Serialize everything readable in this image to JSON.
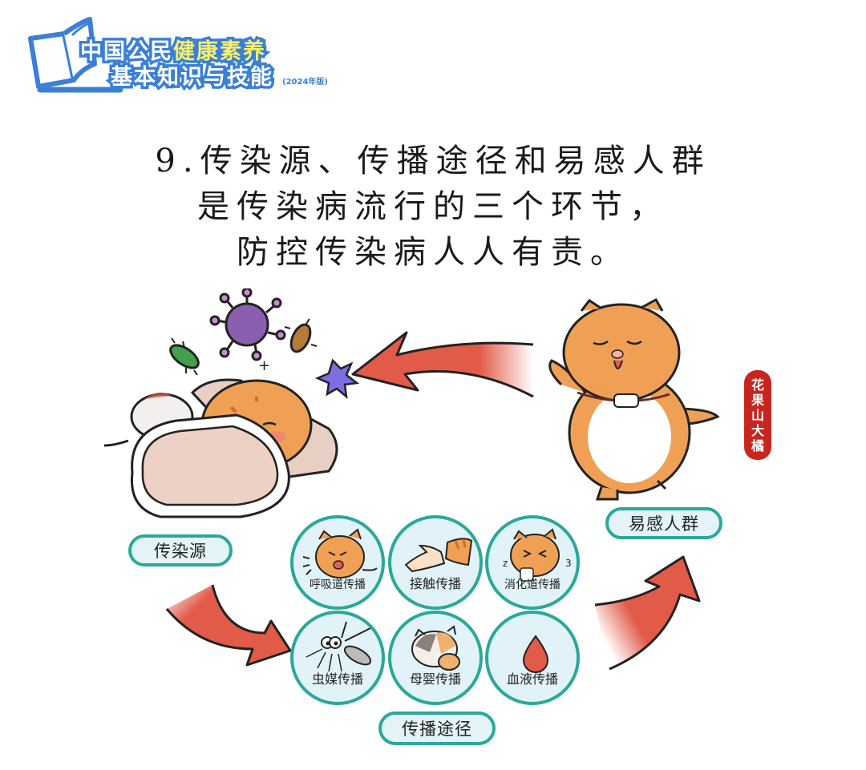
{
  "logo": {
    "line1_prefix": "中国公民",
    "line1_highlight": "健康素养",
    "line2": "基本知识与技能",
    "edition": "(2024年版)",
    "colors": {
      "outline": "#3b7fd6",
      "highlight": "#f8f06a"
    }
  },
  "title": {
    "line1": "9.传染源、传播途径和易感人群",
    "line2": "是传染病流行的三个环节，",
    "line3": "防控传染病人人有责。"
  },
  "diagram": {
    "source_label": "传染源",
    "susceptible_label": "易感人群",
    "route_label": "传播途径",
    "routes": [
      {
        "label": "呼吸道传播",
        "icon": "coughing-cat-icon"
      },
      {
        "label": "接触传播",
        "icon": "hand-touch-icon"
      },
      {
        "label": "消化道传播",
        "icon": "sick-cat-toilet-paper-icon"
      },
      {
        "label": "虫媒传播",
        "icon": "mosquito-icon"
      },
      {
        "label": "母婴传播",
        "icon": "mother-baby-cat-icon"
      },
      {
        "label": "血液传播",
        "icon": "blood-drop-icon"
      }
    ],
    "colors": {
      "teal_border": "#2aa89a",
      "circle_fill": "#e1f3f8",
      "arrow": "#e25a48",
      "seal": "#c9251f"
    }
  },
  "seal": {
    "chars": [
      "花",
      "果",
      "山",
      "大",
      "橘"
    ]
  }
}
